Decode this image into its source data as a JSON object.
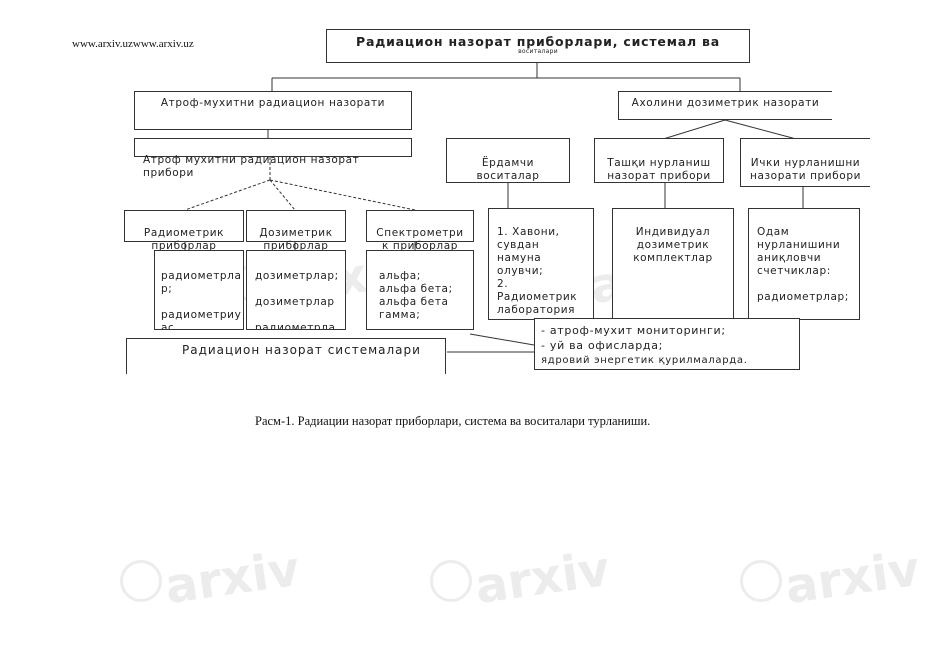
{
  "watermark": "www.arxiv.uzwww.arxiv.uz",
  "diagram": {
    "title": {
      "line1": "Радиацион назорат приборлари, системал ва",
      "line2": "воситалари"
    },
    "level1": {
      "env_control": "Атроф-мухитни радиацион назорати",
      "population_control": "Ахолини дозиметрик назорати"
    },
    "level2": {
      "env_instruments": "Атроф мухитни радиацион назорат прибори",
      "aux_means": "Ёрдамчи\nвоситалар",
      "external_exposure": "Ташқи нурланиш\nназорат прибори",
      "internal_exposure": "Ички нурланишни\nназорати прибори"
    },
    "level3": {
      "radiometric": "Радиометрик\nприборлар",
      "dosimetric": "Дозиметрик\nприборлар",
      "spectrometric": "Спектрометри\nк приборлар",
      "aux_list": "1. Хавони,\nсувдан\n намуна\nолувчи;\n2.\nРадиометрик\n лаборатория\n жихозлари.",
      "individual_kits": "Индивидуал\nдозиметрик\nкомплектлар",
      "human_radiation": "Одам\nнурланишини\nаниқловчи\nсчетчиклар:\n\nрадиометрлар;\n\nспектрометрла"
    },
    "level4": {
      "radiometers": "радиометрла\nр;\n\nрадиометриу\nас",
      "dosimeters": "дозиметрлар;\n\nдозиметрлар\n\nрадиометрла",
      "alpha_beta": "альфа;\nальфа бета;\nальфа бета\n гамма;\n\nспектрометрл"
    },
    "systems": "Радиацион назорат системалари",
    "locations": {
      "line1": "- атроф-мухит мониторинги;",
      "line2": "- уй ва офисларда;",
      "line3": "ядровий энергетик қурилмаларда."
    }
  },
  "caption": "Расм-1. Радиации назорат приборлари, система ва воситалари турланиши."
}
